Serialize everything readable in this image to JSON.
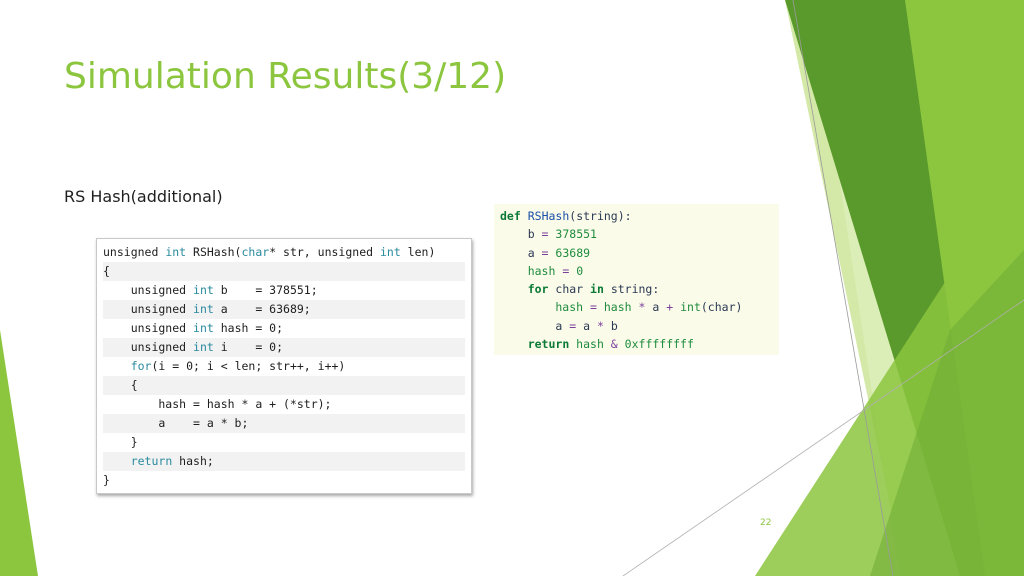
{
  "slide": {
    "title": "Simulation Results(3/12)",
    "subtitle": "RS Hash(additional)",
    "page_number": "22"
  },
  "colors": {
    "title": "#8cc63f",
    "accent_light": "#c6e18a",
    "accent_mid": "#8cc63f",
    "accent_dark": "#5a9a2c",
    "python_bg": "#fbfbe9"
  },
  "c_code": {
    "lines": [
      [
        [
          "n",
          "unsigned "
        ],
        [
          "k",
          "int"
        ],
        [
          "n",
          " RSHash("
        ],
        [
          "k",
          "char"
        ],
        [
          "n",
          "* str, unsigned "
        ],
        [
          "k",
          "int"
        ],
        [
          "n",
          " len)"
        ]
      ],
      [
        [
          "n",
          "{"
        ]
      ],
      [
        [
          "n",
          "    unsigned "
        ],
        [
          "k",
          "int"
        ],
        [
          "n",
          " b    = 378551;"
        ]
      ],
      [
        [
          "n",
          "    unsigned "
        ],
        [
          "k",
          "int"
        ],
        [
          "n",
          " a    = 63689;"
        ]
      ],
      [
        [
          "n",
          "    unsigned "
        ],
        [
          "k",
          "int"
        ],
        [
          "n",
          " hash = 0;"
        ]
      ],
      [
        [
          "n",
          "    unsigned "
        ],
        [
          "k",
          "int"
        ],
        [
          "n",
          " i    = 0;"
        ]
      ],
      [
        [
          "n",
          "    "
        ],
        [
          "k",
          "for"
        ],
        [
          "n",
          "(i = 0; i < len; str++, i++)"
        ]
      ],
      [
        [
          "n",
          "    {"
        ]
      ],
      [
        [
          "n",
          "        hash = hash * a + (*str);"
        ]
      ],
      [
        [
          "n",
          "        a    = a * b;"
        ]
      ],
      [
        [
          "n",
          "    }"
        ]
      ],
      [
        [
          "n",
          "    "
        ],
        [
          "k",
          "return"
        ],
        [
          "n",
          " hash;"
        ]
      ],
      [
        [
          "n",
          "}"
        ]
      ]
    ]
  },
  "python_code": {
    "lines": [
      [
        [
          "kw",
          "def"
        ],
        [
          "id",
          " "
        ],
        [
          "fn",
          "RSHash"
        ],
        [
          "id",
          "(string):"
        ]
      ],
      [
        [
          "id",
          "    b "
        ],
        [
          "op",
          "="
        ],
        [
          "id",
          " "
        ],
        [
          "nm",
          "378551"
        ]
      ],
      [
        [
          "id",
          "    a "
        ],
        [
          "op",
          "="
        ],
        [
          "id",
          " "
        ],
        [
          "nm",
          "63689"
        ]
      ],
      [
        [
          "nm",
          "    hash "
        ],
        [
          "op",
          "="
        ],
        [
          "id",
          " "
        ],
        [
          "nm",
          "0"
        ]
      ],
      [
        [
          "id",
          "    "
        ],
        [
          "kw",
          "for"
        ],
        [
          "id",
          " char "
        ],
        [
          "kw",
          "in"
        ],
        [
          "id",
          " string:"
        ]
      ],
      [
        [
          "nm",
          "        hash "
        ],
        [
          "op",
          "="
        ],
        [
          "nm",
          " hash "
        ],
        [
          "op",
          "*"
        ],
        [
          "id",
          " a "
        ],
        [
          "op",
          "+"
        ],
        [
          "id",
          " "
        ],
        [
          "bi",
          "int"
        ],
        [
          "id",
          "(char)"
        ]
      ],
      [
        [
          "id",
          "        a "
        ],
        [
          "op",
          "="
        ],
        [
          "id",
          " a "
        ],
        [
          "op",
          "*"
        ],
        [
          "id",
          " b"
        ]
      ],
      [
        [
          "id",
          "    "
        ],
        [
          "kw",
          "return"
        ],
        [
          "nm",
          " hash "
        ],
        [
          "op",
          "&"
        ],
        [
          "id",
          " "
        ],
        [
          "nm",
          "0xffffffff"
        ]
      ]
    ]
  }
}
